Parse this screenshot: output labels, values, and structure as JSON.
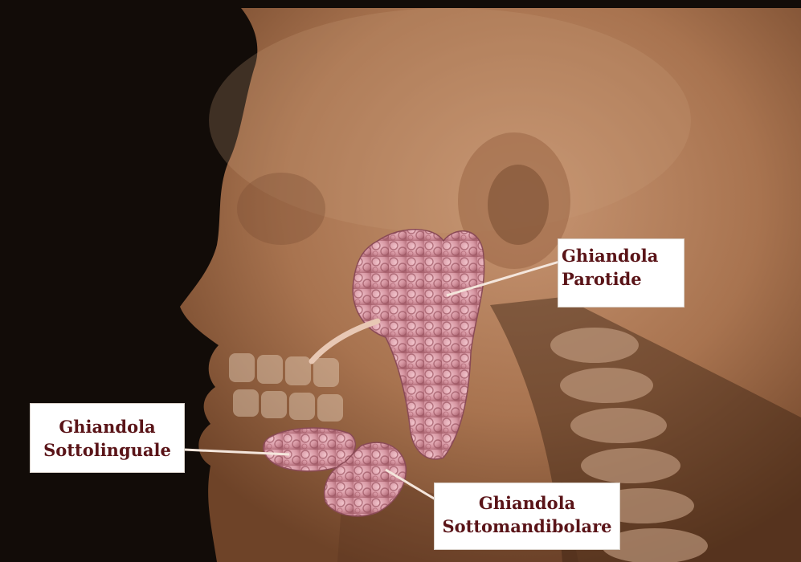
{
  "labels": {
    "parotid": {
      "line1": "Ghiandola",
      "line2": "Parotide"
    },
    "sublingual": {
      "line1": "Ghiandola",
      "line2": "Sottolinguale"
    },
    "submandibular": {
      "line1": "Ghiandola",
      "line2": "Sottomandibolare"
    }
  },
  "colors": {
    "background": "#120c08",
    "skin": "#b07a58",
    "gland": "#d9a0aa",
    "label_text": "#5a1418",
    "leader_line": "#f4e6dc"
  }
}
